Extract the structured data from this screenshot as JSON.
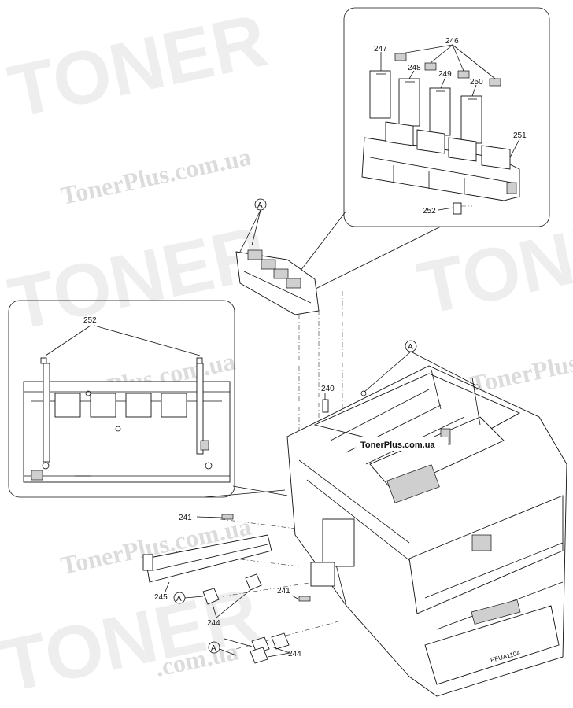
{
  "watermark": {
    "brand_big": "TONER",
    "brand_site": "TonerPlus.com.ua",
    "site_short": ".com.ua",
    "banner": "TonerPlus.com.ua"
  },
  "callouts": {
    "a_top": "A",
    "a_right": "A",
    "a_left": "A",
    "a_bottom": "A",
    "p240": "240",
    "p241_left": "241",
    "p241_mid": "241",
    "p244_left": "244",
    "p244_right": "244",
    "p245": "245",
    "p246": "246",
    "p247": "247",
    "p248": "248",
    "p249": "249",
    "p250": "250",
    "p251": "251",
    "p252_top": "252",
    "p252_left": "252"
  },
  "chassis_text": {
    "serial": "PFUA1104"
  },
  "colors": {
    "line": "#111111",
    "watermark": "#d9d9d9",
    "banner_bg": "#ffffff"
  }
}
